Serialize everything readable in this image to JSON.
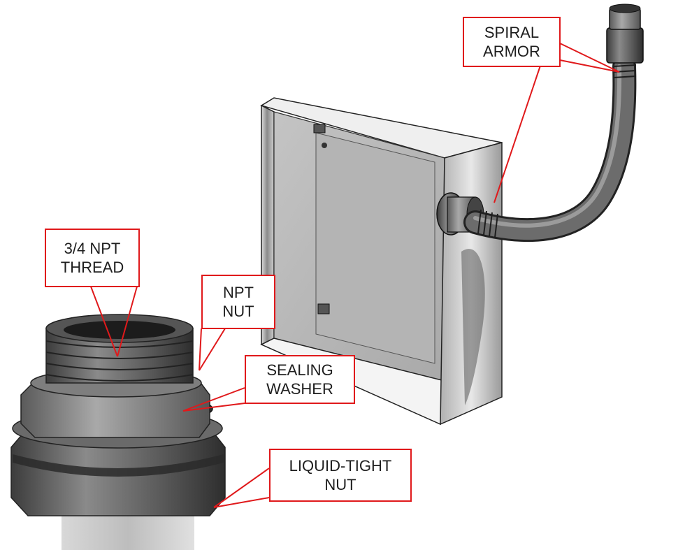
{
  "labels": {
    "spiral_armor": {
      "line1": "SPIRAL",
      "line2": "ARMOR"
    },
    "npt_thread": {
      "line1": "3/4 NPT",
      "line2": "THREAD"
    },
    "npt_nut": {
      "line1": "NPT",
      "line2": "NUT"
    },
    "sealing_washer": {
      "line1": "SEALING",
      "line2": "WASHER"
    },
    "liquid_tight_nut": {
      "line1": "LIQUID-TIGHT",
      "line2": "NUT"
    }
  },
  "colors": {
    "callout_border": "#e0191b",
    "leader_line": "#e0191b",
    "label_text": "#1e1e1e",
    "metal_dark": "#4a4a4a",
    "metal_mid": "#7d7d7d",
    "metal_light": "#c8c8c8",
    "enclosure": "#b9b9b9"
  }
}
